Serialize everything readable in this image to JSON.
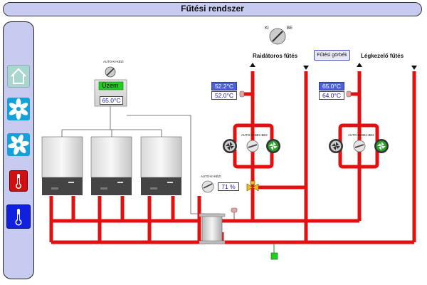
{
  "header": {
    "title": "Fűtési rendszer"
  },
  "sidebar": {
    "items": [
      {
        "name": "home",
        "icon": "house-icon"
      },
      {
        "name": "fan-1",
        "icon": "fan-icon"
      },
      {
        "name": "fan-2",
        "icon": "fan-icon"
      },
      {
        "name": "heat",
        "icon": "thermometer-red-icon"
      },
      {
        "name": "cool",
        "icon": "thermometer-blue-icon"
      }
    ]
  },
  "controller": {
    "mode_label": "AUTO-KI-KÉZI",
    "status": "Üzem",
    "temp": "65.0",
    "unit": "°C"
  },
  "main_switch": {
    "off": "KI",
    "on": "BE"
  },
  "radiator": {
    "title": "Raidátoros fűtés",
    "setpoint": "52.2",
    "actual": "52.0",
    "unit": "°C",
    "pump_mode": "AUTO-KI-BE1-BE2"
  },
  "air_handler": {
    "title": "Légkezelő fűtés",
    "setpoint": "65.0",
    "actual": "64.0",
    "unit": "°C",
    "pump_mode": "AUTO-KI-BE1-BE2"
  },
  "buttons": {
    "heating_curve": "Fűtési görbék"
  },
  "valve": {
    "mode_label": "AUTO-KI-KÉZI",
    "value": "71",
    "unit": "%"
  },
  "colors": {
    "pipe": "#e21010",
    "pipe_dark": "#a00000",
    "panel_bg": "#c8cbf0",
    "setpoint_bg": "#4c5fd8",
    "status_green": "#22cc22"
  }
}
